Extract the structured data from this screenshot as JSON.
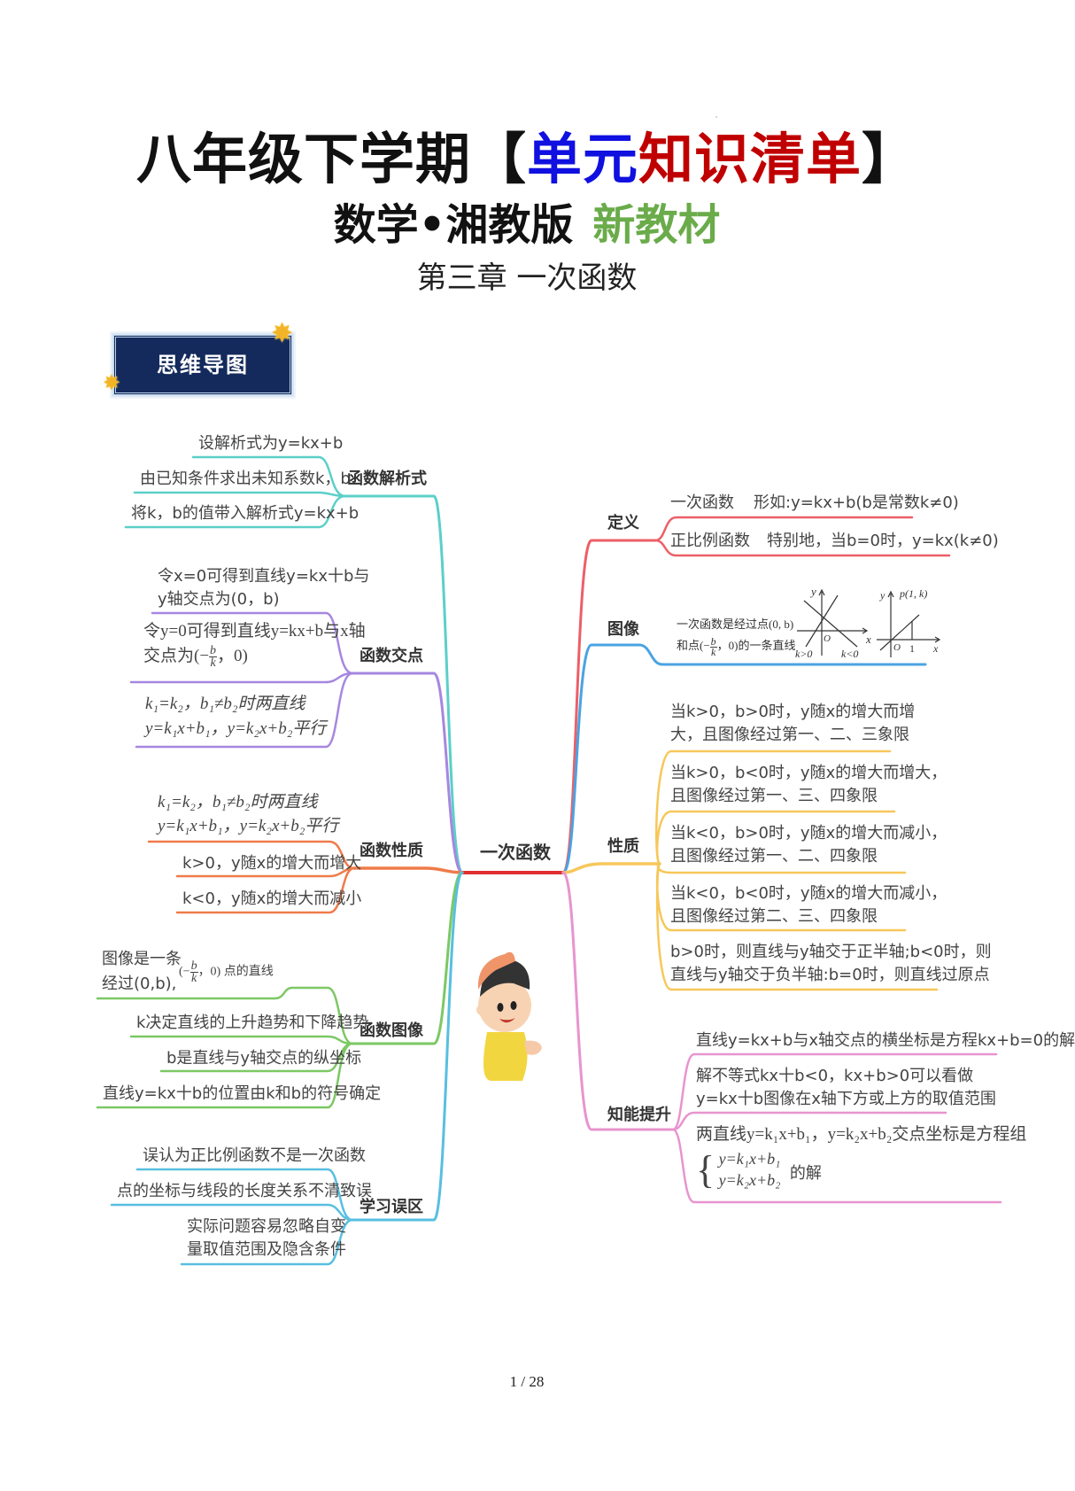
{
  "header": {
    "title_prefix": "八年级下学期【",
    "title_blue": "单元",
    "title_red": "知识清单",
    "title_suffix": "】",
    "subtitle": "数学•湘教版",
    "subtitle_green": "新教材",
    "chapter": "第三章  一次函数",
    "badge": "思维导图"
  },
  "center": {
    "label": "一次函数"
  },
  "left": {
    "analytic": {
      "label": "函数解析式",
      "items": [
        "设解析式为y=kx+b",
        "由已知条件求出未知系数k，b",
        "将k，b的值带入解析式y=kx+b"
      ]
    },
    "intersection": {
      "label": "函数交点",
      "item1_line1": "令x=0可得到直线y=kx十b与",
      "item1_line2": "y轴交点为(0，b)",
      "item2_line1": "令y=0可得到直线y=kx+b与x轴",
      "item2_line2_prefix": "交点为(−",
      "item2_frac_num": "b",
      "item2_frac_den": "k",
      "item2_line2_suffix": "，0)",
      "item3_line1": "k₁=k₂，b₁≠b₂时两直线",
      "item3_line2": "y=k₁x+b₁，y=k₂x+b₂平行"
    },
    "property": {
      "label": "函数性质",
      "item1_line1": "k₁=k₂，b₁≠b₂时两直线",
      "item1_line2": "y=k₁x+b₁，y=k₂x+b₂平行",
      "item2": "k>0，y随x的增大而增大",
      "item3": "k<0，y随x的增大而减小"
    },
    "graph": {
      "label": "函数图像",
      "item1_line1": "图像是一条",
      "item1_line2": "经过(0,b),",
      "item1_math_prefix": "(−",
      "item1_frac_num": "b",
      "item1_frac_den": "k",
      "item1_math_suffix": "，0) 点的直线",
      "item2": "k决定直线的上升趋势和下降趋势",
      "item3": "b是直线与y轴交点的纵坐标",
      "item4": "直线y=kx十b的位置由k和b的符号确定"
    },
    "mistakes": {
      "label": "学习误区",
      "item1": "误认为正比例函数不是一次函数",
      "item2": "点的坐标与线段的长度关系不清致误",
      "item3_line1": "实际问题容易忽略自变",
      "item3_line2": "量取值范围及隐含条件"
    }
  },
  "right": {
    "definition": {
      "label": "定义",
      "row1_term": "一次函数",
      "row1_desc": "形如:y=kx+b(b是常数k≠0)",
      "row2_term": "正比例函数",
      "row2_desc": "特别地，当b=0时，y=kx(k≠0)"
    },
    "image": {
      "label": "图像",
      "caption_line1": "一次函数是经过点(0, b)",
      "caption_line2_prefix": "和点(−",
      "caption_frac_num": "b",
      "caption_frac_den": "k",
      "caption_line2_suffix": "，0)的一条直线",
      "graph1_labels": {
        "y": "y",
        "x": "x",
        "o": "O",
        "k_pos": "k>0",
        "k_neg": "k<0"
      },
      "graph2_labels": {
        "y": "y",
        "x": "x",
        "o": "O",
        "one": "1",
        "point": "p(1, k)"
      }
    },
    "property": {
      "label": "性质",
      "items": [
        [
          "当k>0，b>0时，y随x的增大而增",
          "大，且图像经过第一、二、三象限"
        ],
        [
          "当k>0，b<0时，y随x的增大而增大，",
          "且图像经过第一、三、四象限"
        ],
        [
          "当k<0，b>0时，y随x的增大而减小，",
          "且图像经过第一、二、四象限"
        ],
        [
          "当k<0，b<0时，y随x的增大而减小，",
          "且图像经过第二、三、四象限"
        ],
        [
          "b>0时，则直线与y轴交于正半轴;b<0时，则",
          "直线与y轴交于负半轴:b=0时，则直线过原点"
        ]
      ]
    },
    "advanced": {
      "label": "知能提升",
      "item1": "直线y=kx+b与x轴交点的横坐标是方程kx+b=0的解",
      "item2_line1": "解不等式kx十b<0，kx+b>0可以看做",
      "item2_line2": "y=kx十b图像在x轴下方或上方的取值范围",
      "item3_line1": "两直线y=k₁x+b₁，y=k₂x+b₂交点坐标是方程组",
      "item3_sys1": "y=k₁x+b₁",
      "item3_sys2": "y=k₂x+b₂",
      "item3_suffix": "的解"
    }
  },
  "footer": {
    "page": "1 / 28"
  },
  "colors": {
    "analytic": "#5ccfc9",
    "intersection": "#a687e0",
    "property_left": "#ef7b4a",
    "graph_left": "#7cc864",
    "mistakes": "#58bfe0",
    "definition": "#ec5f67",
    "image": "#4aa3e2",
    "property_right": "#f7c75a",
    "advanced": "#e894cf",
    "center_line": "#e03030"
  }
}
